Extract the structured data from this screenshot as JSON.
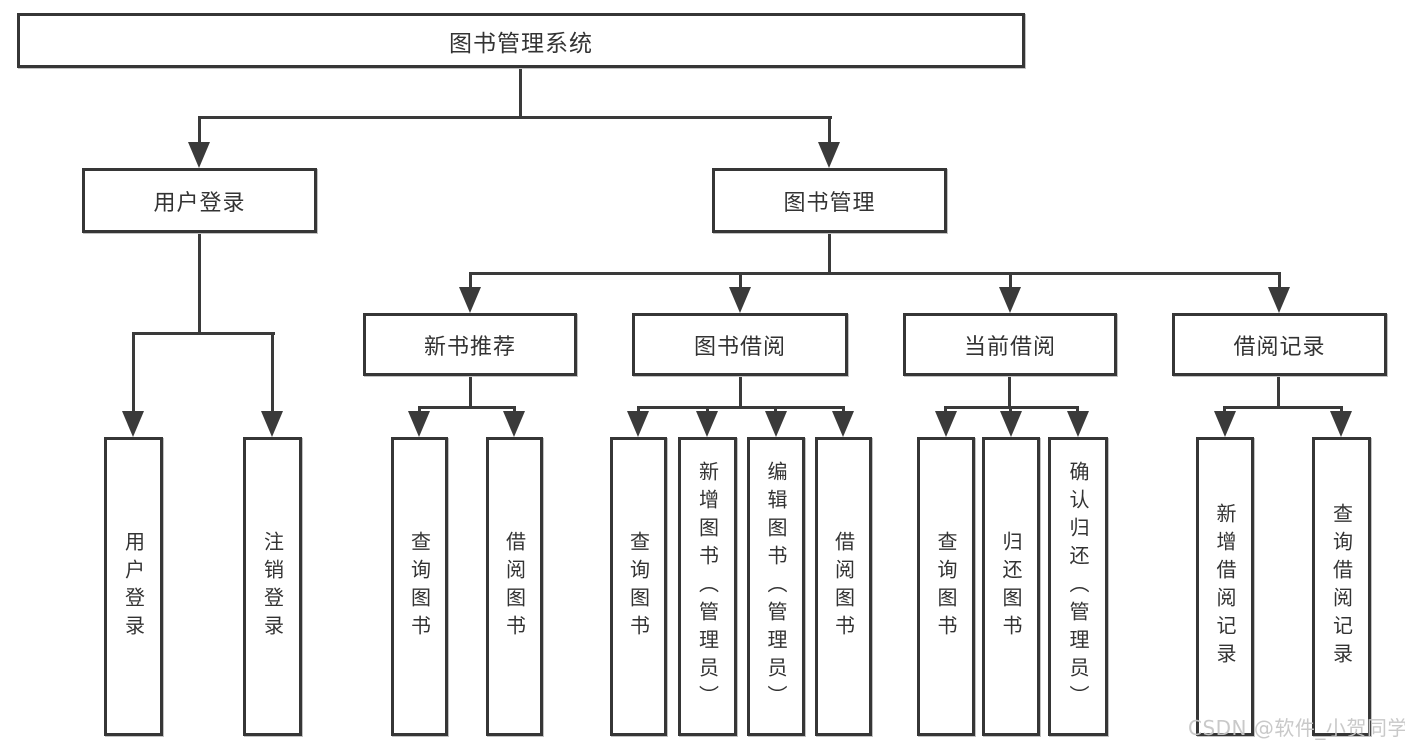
{
  "diagram_title": "图书管理系统",
  "tree": {
    "label": "图书管理系统",
    "children": [
      {
        "label": "用户登录",
        "children": [
          {
            "label": "用户登录"
          },
          {
            "label": "注销登录"
          }
        ]
      },
      {
        "label": "图书管理",
        "children": [
          {
            "label": "新书推荐",
            "children": [
              {
                "label": "查询图书"
              },
              {
                "label": "借阅图书"
              }
            ]
          },
          {
            "label": "图书借阅",
            "children": [
              {
                "label": "查询图书"
              },
              {
                "label": "新增图书（管理员）"
              },
              {
                "label": "编辑图书（管理员）"
              },
              {
                "label": "借阅图书"
              }
            ]
          },
          {
            "label": "当前借阅",
            "children": [
              {
                "label": "查询图书"
              },
              {
                "label": "归还图书"
              },
              {
                "label": "确认归还（管理员）"
              }
            ]
          },
          {
            "label": "借阅记录",
            "children": [
              {
                "label": "新增借阅记录"
              },
              {
                "label": "查询借阅记录"
              }
            ]
          }
        ]
      }
    ]
  },
  "watermark": {
    "text": "CSDN @软件_小贺同学"
  },
  "colors": {
    "line": "#3a3a3a",
    "box_border": "#363636",
    "text": "#333333",
    "watermark": "#c6c6c6",
    "background": "#ffffff"
  }
}
